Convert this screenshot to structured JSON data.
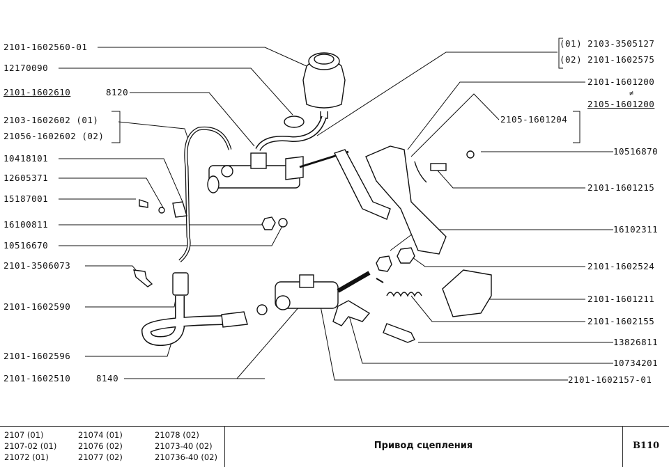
{
  "labels_left": [
    "2101-1602560-01",
    "12170090",
    "2101-1602610",
    "8120",
    "2103-1602602  (01)",
    "21056-1602602 (02)",
    "10418101",
    "12605371",
    "15187001",
    "16100811",
    "10516670",
    "2101-3506073",
    "2101-1602590",
    "2101-1602596",
    "2101-1602510",
    "8140"
  ],
  "labels_right": [
    "(01) 2103-3505127",
    "(02) 2101-1602575",
    "2101-1601200",
    "2105-1601200",
    "2105-1601204",
    "10516870",
    "2101-1601215",
    "16102311",
    "2101-1602524",
    "2101-1601211",
    "2101-1602155",
    "13826811",
    "10734201",
    "2101-1602157-01"
  ],
  "models": [
    [
      "2107 (01)",
      "2107-02 (01)",
      "21072 (01)"
    ],
    [
      "21074 (01)",
      "21076 (02)",
      "21077 (02)"
    ],
    [
      "21078 (02)",
      "21073-40 (02)",
      "210736-40 (02)"
    ]
  ],
  "title": "Привод сцепления",
  "code": "B110"
}
